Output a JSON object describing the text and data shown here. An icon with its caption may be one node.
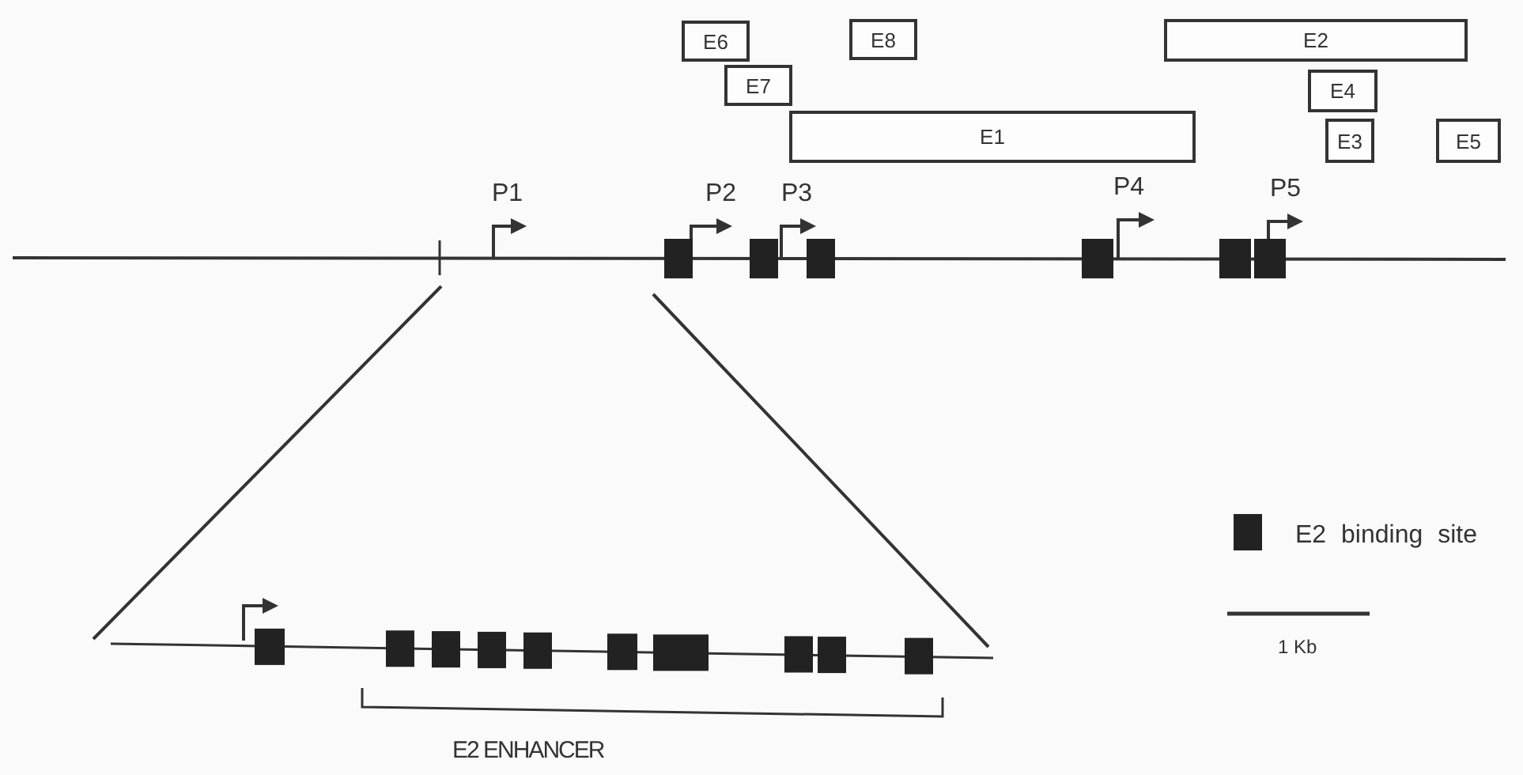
{
  "diagram": {
    "nodes": [
      {
        "text": [
          "E6"
        ]
      },
      {
        "text": [
          "E8"
        ]
      },
      {
        "text": [
          "E2"
        ]
      },
      {
        "text": [
          "E7"
        ]
      },
      {
        "text": [
          "E4"
        ]
      },
      {
        "text": [
          "E1"
        ]
      },
      {
        "text": [
          "E3"
        ]
      },
      {
        "text": [
          "E5"
        ]
      }
    ],
    "labels": [
      "P1",
      "P2",
      "P3",
      "P4",
      "P5",
      "E2 ENHANCER",
      "1 Kb"
    ],
    "legend": [
      {
        "text": "E2 binding site",
        "color": "#222222"
      }
    ]
  }
}
